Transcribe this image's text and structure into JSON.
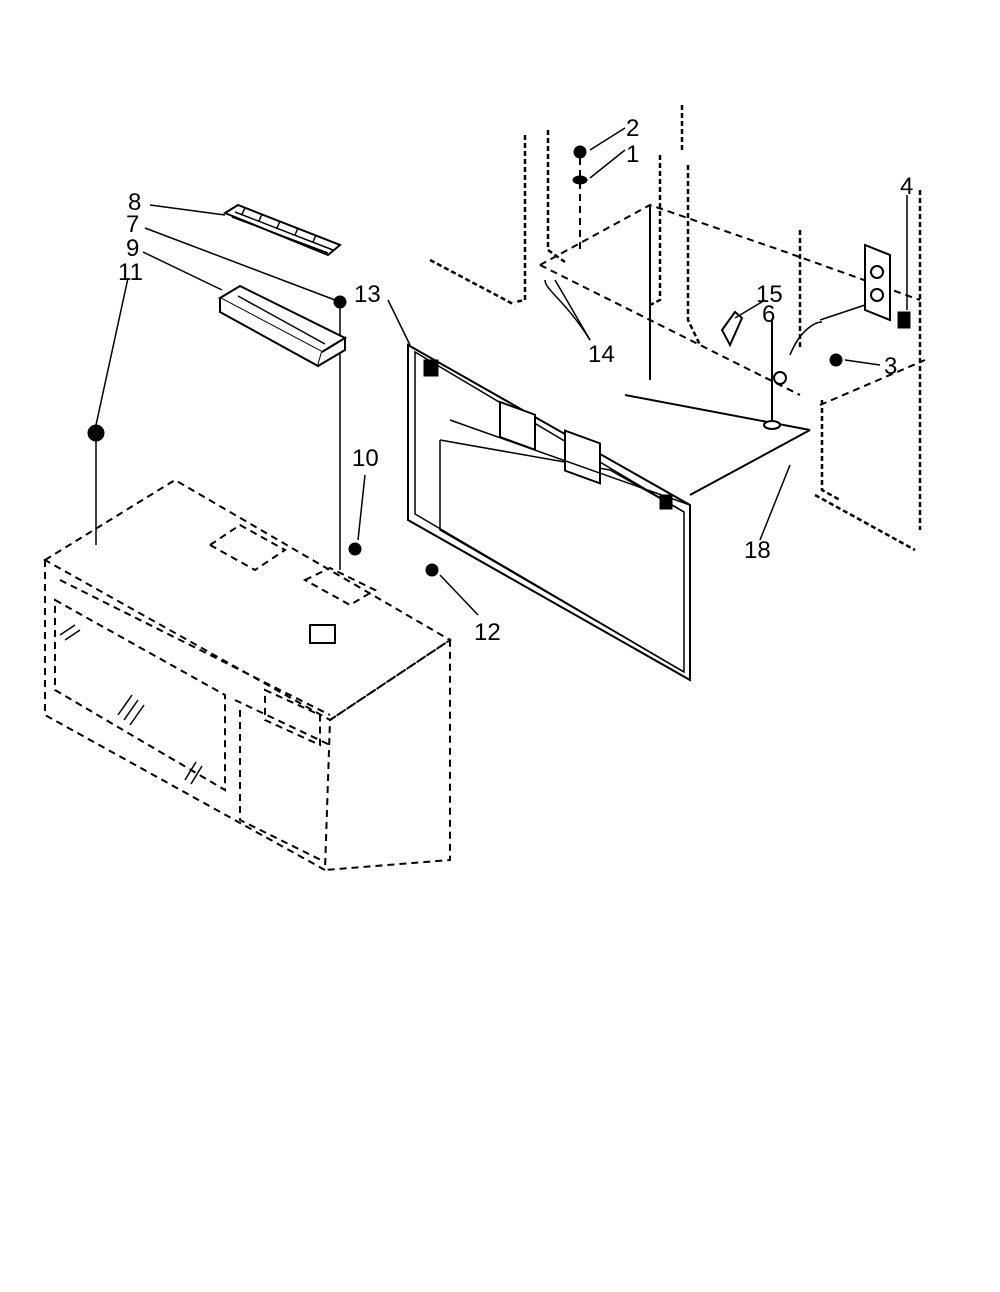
{
  "diagram": {
    "part_callouts": [
      "1",
      "2",
      "3",
      "4",
      "6",
      "7",
      "8",
      "9",
      "10",
      "11",
      "12",
      "13",
      "14",
      "15",
      "18"
    ]
  }
}
